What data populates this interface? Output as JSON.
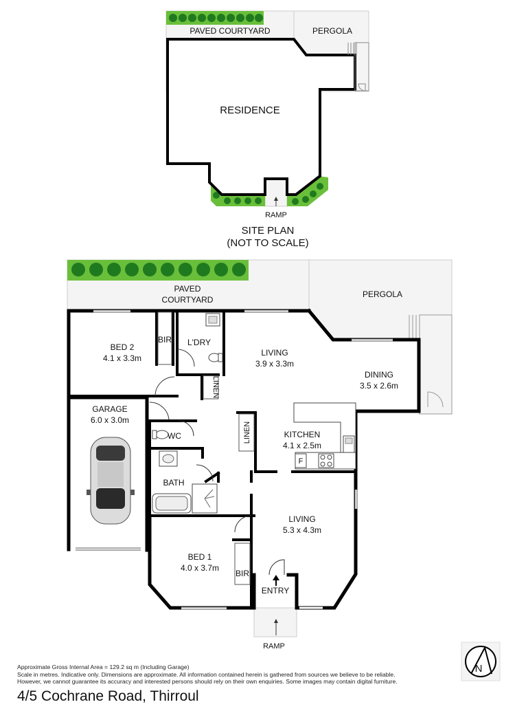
{
  "site_plan": {
    "courtyard": "PAVED COURTYARD",
    "pergola": "PERGOLA",
    "residence": "RESIDENCE",
    "ramp": "RAMP",
    "caption_line1": "SITE PLAN",
    "caption_line2": "(NOT TO SCALE)"
  },
  "floor_plan": {
    "courtyard_line1": "PAVED",
    "courtyard_line2": "COURTYARD",
    "pergola": "PERGOLA",
    "rooms": {
      "bed2": {
        "name": "BED 2",
        "size": "4.1 x 3.3m"
      },
      "bir_top": "BIR",
      "laundry": "L'DRY",
      "living_top": {
        "name": "LIVING",
        "size": "3.9 x 3.3m"
      },
      "dining": {
        "name": "DINING",
        "size": "3.5 x 2.6m"
      },
      "linen_1": "LINEN",
      "linen_2": "LINEN",
      "garage": {
        "name": "GARAGE",
        "size": "6.0 x 3.0m"
      },
      "wc": "WC",
      "kitchen": {
        "name": "KITCHEN",
        "size": "4.1 x 2.5m"
      },
      "fridge": "F",
      "bath": "BATH",
      "living_bottom": {
        "name": "LIVING",
        "size": "5.3 x 4.3m"
      },
      "bed1": {
        "name": "BED 1",
        "size": "4.0 x 3.7m"
      },
      "bir_bottom": "BIR",
      "entry": "ENTRY"
    },
    "ramp": "RAMP",
    "compass_letter": "N"
  },
  "disclaimer": [
    "Approximate Gross Internal Area = 129.2 sq m (Including Garage)",
    "Scale in metres. Indicative only. Dimensions are approximate. All information contained herein is gathered from sources we believe to be reliable.",
    "However, we cannot guarantee its accuracy and interested persons should rely on their own enquiries. Some images may contain digital furniture."
  ],
  "address": "4/5 Cochrane Road, Thirroul",
  "colors": {
    "wall": "#000000",
    "hedge": "#6abf3a",
    "shrub": "#1f7a1f",
    "paving": "#f4f4f4",
    "car": "#dcdcdc"
  }
}
